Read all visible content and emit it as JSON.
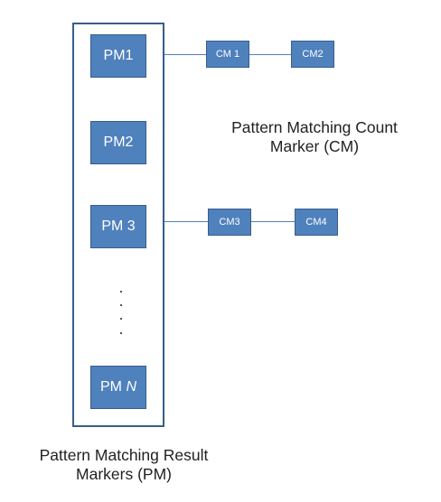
{
  "pm_markers": [
    {
      "label": "PM1",
      "suffix": ""
    },
    {
      "label": "PM2",
      "suffix": ""
    },
    {
      "label": "PM 3",
      "suffix": ""
    },
    {
      "label": "PM ",
      "suffix": "N"
    }
  ],
  "cm_markers": [
    {
      "label": "CM 1"
    },
    {
      "label": "CM2"
    },
    {
      "label": "CM3"
    },
    {
      "label": "CM4"
    }
  ],
  "captions": {
    "count_marker_line1": "Pattern Matching Count",
    "count_marker_line2": "Marker (CM)",
    "result_markers_line1": "Pattern Matching Result",
    "result_markers_line2": "Markers (PM)"
  },
  "colors": {
    "box_fill": "#4f81bd",
    "box_border": "#385d8a",
    "container_border": "#385d8a",
    "connector": "#4f81bd"
  }
}
